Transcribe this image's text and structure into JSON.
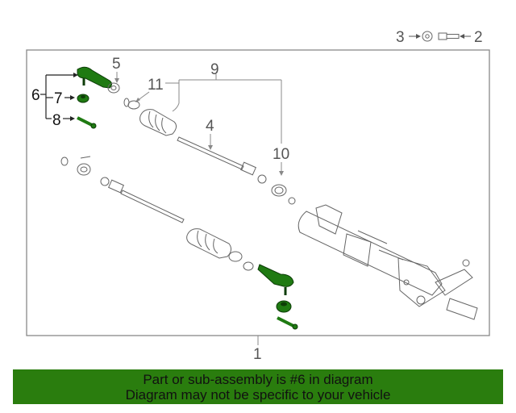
{
  "callouts": {
    "c1": "1",
    "c2": "2",
    "c3": "3",
    "c4": "4",
    "c5": "5",
    "c6": "6",
    "c7": "7",
    "c8": "8",
    "c9": "9",
    "c10": "10",
    "c11": "11"
  },
  "banner": {
    "line1": "Part or sub-assembly is #6 in diagram",
    "line2": "Diagram may not be specific to your vehicle"
  },
  "colors": {
    "highlight": "#1f7a12",
    "banner": "#2a7d0e",
    "line": "#888888"
  },
  "icons": [
    "washer-icon",
    "bolt-icon",
    "tie-rod-end-icon",
    "nut-icon",
    "cotter-pin-icon",
    "boot-icon",
    "steering-rack-icon"
  ]
}
